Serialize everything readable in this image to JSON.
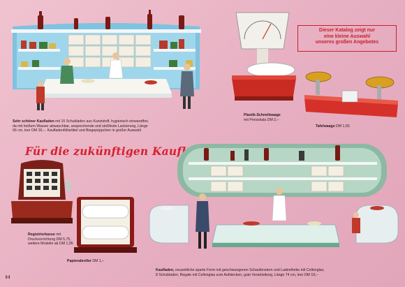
{
  "notice": {
    "line1": "Dieser Katalog zeigt nur",
    "line2": "eine kleine Auswahl",
    "line3": "unseres großen Angebotes"
  },
  "heading": "Für die zukünftigen Kaufleute",
  "page_number": "I-I",
  "products": {
    "kaufladen1": {
      "name": "Sehr schöner Kaufladen",
      "text1": " mit 15 Schubladen aus Kunststoff, hygienisch einwandfrei,",
      "text2": "da mit heißem Wasser abwaschbar, ansprechende und stoßfeste Lackierung, Länge",
      "text3": "66 cm, leer DM 26,–. Kaufladenfüllartikel und Biegepüppchen in großer Auswahl"
    },
    "waage": {
      "name": "Plastik-Schnellwaage",
      "line2": "mit Preisskala DM 2,–"
    },
    "tafelwaage": {
      "name": "Tafelwaage",
      "price": " DM 1,50"
    },
    "kasse": {
      "name": "Registrierkasse",
      "text1": " mit",
      "text2": "Druckvorrichtung DM 5,75,",
      "text3": "weitere Modelle ab DM 1,95"
    },
    "papier": {
      "name": "Papierabroller",
      "price": " DM 1,–"
    },
    "kaufladen2": {
      "name": "Kaufladen,",
      "text1": " neuzeitliche aparte Form mit geschwungenen Schaufenstern und Ladentheke mit Cellonglas,",
      "text2": "8 Schubladen, Regale mit Cellonglas zum Aufstecken, gute Verarbeitung, Länge 74 cm, leer DM 19,–"
    }
  }
}
